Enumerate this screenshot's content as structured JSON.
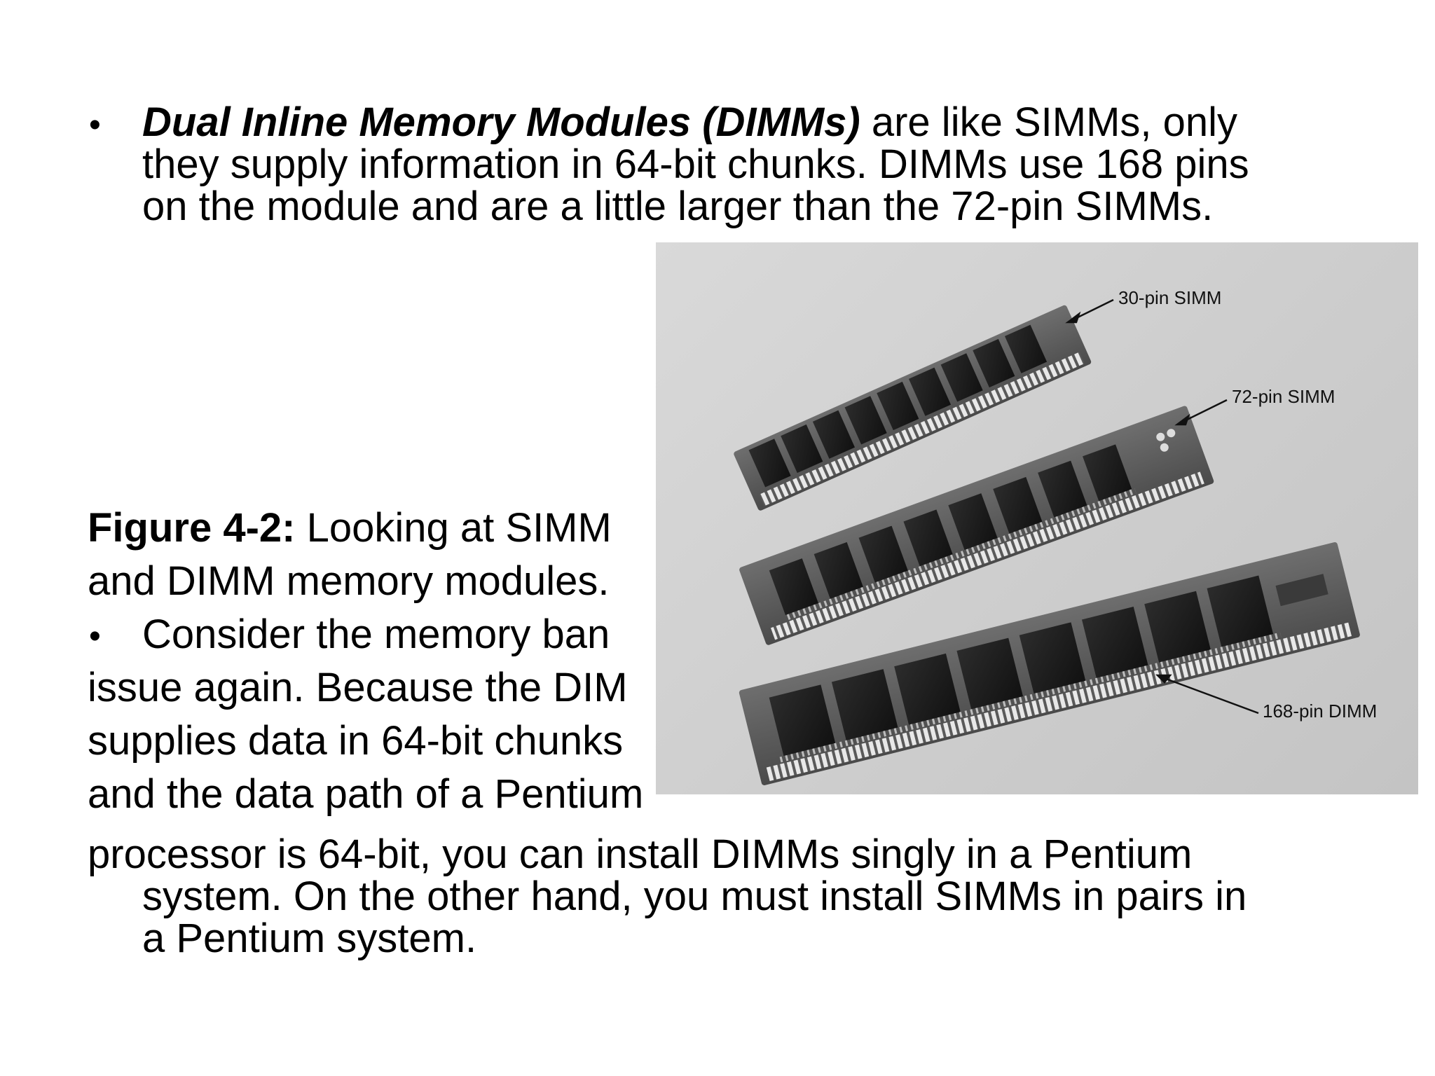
{
  "bullet1": {
    "term": "Dual Inline Memory Modules (DIMMs)",
    "line1_rest": " are like SIMMs, only",
    "line2": "they supply information in 64-bit chunks. DIMMs  use 168 pins",
    "line3": "on the module and are a little larger than the 72-pin SIMMs."
  },
  "caption": {
    "label": "Figure 4-2:",
    "line1_rest": " Looking at SIMM",
    "line2": "and DIMM memory modules."
  },
  "bullet2": {
    "line1": "Consider the memory ban",
    "line2": "issue again. Because the DIM",
    "line3": "supplies data in 64-bit chunks",
    "line4": "and the data path of a Pentium",
    "line5": "processor is 64-bit, you can install DIMMs singly in a Pentium",
    "line6": "system. On the other hand, you must install SIMMs in pairs in",
    "line7": "a Pentium system."
  },
  "photo_labels": {
    "simm30": "30-pin SIMM",
    "simm72": "72-pin SIMM",
    "dimm168": "168-pin DIMM"
  },
  "bullet_char": "•"
}
